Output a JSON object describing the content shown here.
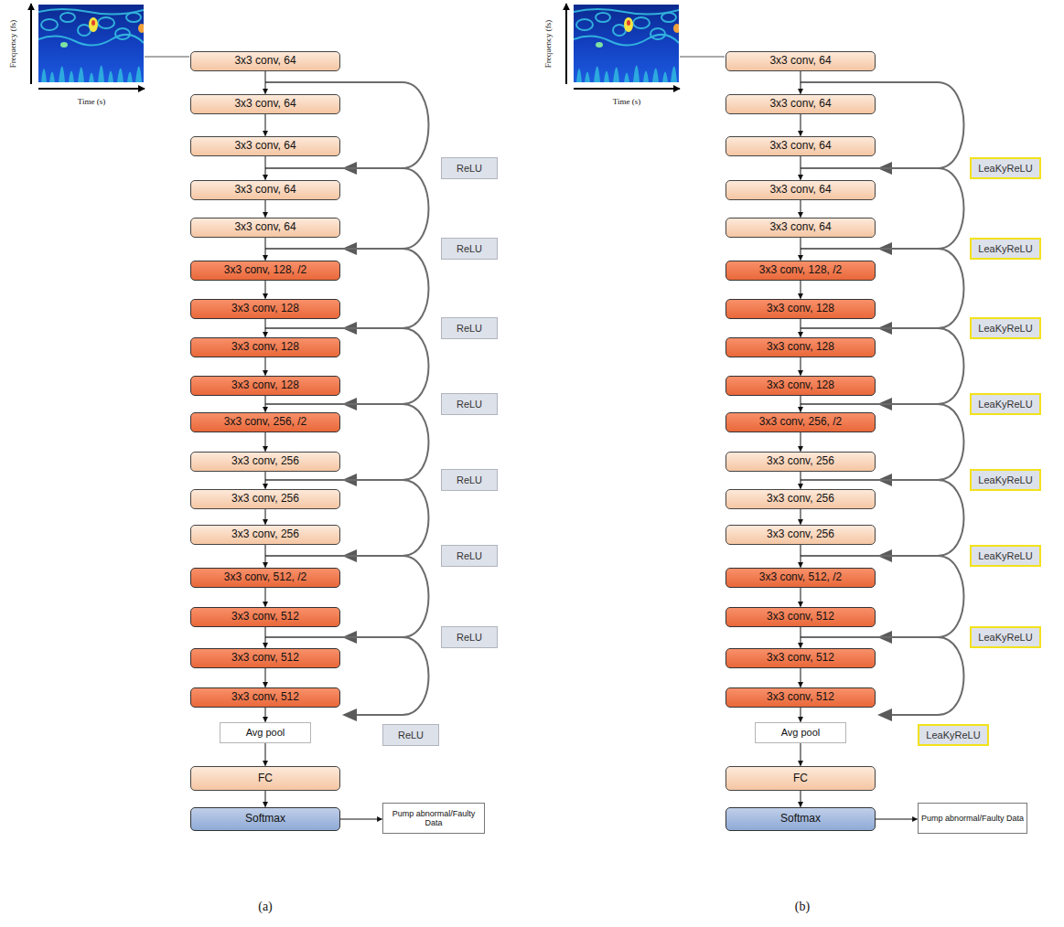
{
  "diagram": {
    "nodes": [
      {
        "text": [
          "3x3 conv, 64"
        ]
      },
      {
        "text": [
          "3x3 conv, 64"
        ]
      },
      {
        "text": [
          "3x3 conv, 64"
        ]
      },
      {
        "text": [
          "3x3 conv, 64"
        ]
      },
      {
        "text": [
          "3x3 conv, 64"
        ]
      },
      {
        "text": [
          "3x3 conv, 128, /2"
        ]
      },
      {
        "text": [
          "3x3 conv, 128"
        ]
      },
      {
        "text": [
          "3x3 conv, 128"
        ]
      },
      {
        "text": [
          "3x3 conv, 128"
        ]
      },
      {
        "text": [
          "3x3 conv, 256, /2"
        ]
      },
      {
        "text": [
          "3x3 conv, 256"
        ]
      },
      {
        "text": [
          "3x3 conv, 256"
        ]
      },
      {
        "text": [
          "3x3 conv, 256"
        ]
      },
      {
        "text": [
          "3x3 conv, 512, /2"
        ]
      },
      {
        "text": [
          "3x3 conv, 512"
        ]
      },
      {
        "text": [
          "3x3 conv, 512"
        ]
      },
      {
        "text": [
          "3x3 conv, 512"
        ]
      },
      {
        "text": [
          "Avg pool"
        ]
      },
      {
        "text": [
          "FC"
        ]
      },
      {
        "text": [
          "Softmax"
        ]
      },
      {
        "text": [
          "Pump abnormal/Faulty Data"
        ]
      },
      {
        "text": [
          "ReLU"
        ]
      },
      {
        "text": [
          "ReLU"
        ]
      },
      {
        "text": [
          "ReLU"
        ]
      },
      {
        "text": [
          "ReLU"
        ]
      },
      {
        "text": [
          "ReLU"
        ]
      },
      {
        "text": [
          "ReLU"
        ]
      },
      {
        "text": [
          "ReLU"
        ]
      },
      {
        "text": [
          "ReLU"
        ]
      },
      {
        "text": [
          "3x3 conv, 64"
        ]
      },
      {
        "text": [
          "3x3 conv, 64"
        ]
      },
      {
        "text": [
          "3x3 conv, 64"
        ]
      },
      {
        "text": [
          "3x3 conv, 64"
        ]
      },
      {
        "text": [
          "3x3 conv, 64"
        ]
      },
      {
        "text": [
          "3x3 conv, 128, /2"
        ]
      },
      {
        "text": [
          "3x3 conv, 128"
        ]
      },
      {
        "text": [
          "3x3 conv, 128"
        ]
      },
      {
        "text": [
          "3x3 conv, 128"
        ]
      },
      {
        "text": [
          "3x3 conv, 256, /2"
        ]
      },
      {
        "text": [
          "3x3 conv, 256"
        ]
      },
      {
        "text": [
          "3x3 conv, 256"
        ]
      },
      {
        "text": [
          "3x3 conv, 256"
        ]
      },
      {
        "text": [
          "3x3 conv, 512, /2"
        ]
      },
      {
        "text": [
          "3x3 conv, 512"
        ]
      },
      {
        "text": [
          "3x3 conv, 512"
        ]
      },
      {
        "text": [
          "3x3 conv, 512"
        ]
      },
      {
        "text": [
          "Avg pool"
        ]
      },
      {
        "text": [
          "FC"
        ]
      },
      {
        "text": [
          "Softmax"
        ]
      },
      {
        "text": [
          "Pump abnormal/Faulty Data"
        ]
      },
      {
        "text": [
          "LeaKyReLU"
        ]
      },
      {
        "text": [
          "LeaKyReLU"
        ]
      },
      {
        "text": [
          "LeaKyReLU"
        ]
      },
      {
        "text": [
          "LeaKyReLU"
        ]
      },
      {
        "text": [
          "LeaKyReLU"
        ]
      },
      {
        "text": [
          "LeaKyReLU"
        ]
      },
      {
        "text": [
          "LeaKyReLU"
        ]
      },
      {
        "text": [
          "LeaKyReLU"
        ]
      }
    ],
    "edges": [
      {
        "from": 0,
        "to": 1,
        "arrow": "to"
      },
      {
        "from": 1,
        "to": 2,
        "arrow": "to"
      },
      {
        "from": 2,
        "to": 3,
        "arrow": "to"
      },
      {
        "from": 3,
        "to": 4,
        "arrow": "to"
      },
      {
        "from": 4,
        "to": 5,
        "arrow": "to"
      },
      {
        "from": 5,
        "to": 6,
        "arrow": "to"
      },
      {
        "from": 6,
        "to": 7,
        "arrow": "to"
      },
      {
        "from": 7,
        "to": 8,
        "arrow": "to"
      },
      {
        "from": 8,
        "to": 9,
        "arrow": "to"
      },
      {
        "from": 9,
        "to": 10,
        "arrow": "to"
      },
      {
        "from": 10,
        "to": 11,
        "arrow": "to"
      },
      {
        "from": 11,
        "to": 12,
        "arrow": "to"
      },
      {
        "from": 12,
        "to": 13,
        "arrow": "to"
      },
      {
        "from": 13,
        "to": 14,
        "arrow": "to"
      },
      {
        "from": 14,
        "to": 15,
        "arrow": "to"
      },
      {
        "from": 15,
        "to": 16,
        "arrow": "to"
      },
      {
        "from": 16,
        "to": 17,
        "arrow": "to"
      },
      {
        "from": 17,
        "to": 18,
        "arrow": "to"
      },
      {
        "from": 18,
        "to": 19,
        "arrow": "to"
      },
      {
        "from": 19,
        "to": 20,
        "arrow": "to"
      },
      {
        "from": 29,
        "to": 30,
        "arrow": "to"
      },
      {
        "from": 30,
        "to": 31,
        "arrow": "to"
      },
      {
        "from": 31,
        "to": 32,
        "arrow": "to"
      },
      {
        "from": 32,
        "to": 33,
        "arrow": "to"
      },
      {
        "from": 33,
        "to": 34,
        "arrow": "to"
      },
      {
        "from": 34,
        "to": 35,
        "arrow": "to"
      },
      {
        "from": 35,
        "to": 36,
        "arrow": "to"
      },
      {
        "from": 36,
        "to": 37,
        "arrow": "to"
      },
      {
        "from": 37,
        "to": 38,
        "arrow": "to"
      },
      {
        "from": 38,
        "to": 39,
        "arrow": "to"
      },
      {
        "from": 39,
        "to": 40,
        "arrow": "to"
      },
      {
        "from": 40,
        "to": 41,
        "arrow": "to"
      },
      {
        "from": 41,
        "to": 42,
        "arrow": "to"
      },
      {
        "from": 42,
        "to": 43,
        "arrow": "to"
      },
      {
        "from": 43,
        "to": 44,
        "arrow": "to"
      },
      {
        "from": 44,
        "to": 45,
        "arrow": "to"
      },
      {
        "from": 45,
        "to": 46,
        "arrow": "to"
      },
      {
        "from": 46,
        "to": 47,
        "arrow": "to"
      },
      {
        "from": 47,
        "to": 48,
        "arrow": "to"
      },
      {
        "from": 48,
        "to": 49,
        "arrow": "to"
      }
    ],
    "labels": [
      "Frequency (fs)",
      "Time (s)",
      "Frequency (fs)",
      "Time (s)",
      "(a)",
      "(b)"
    ]
  }
}
